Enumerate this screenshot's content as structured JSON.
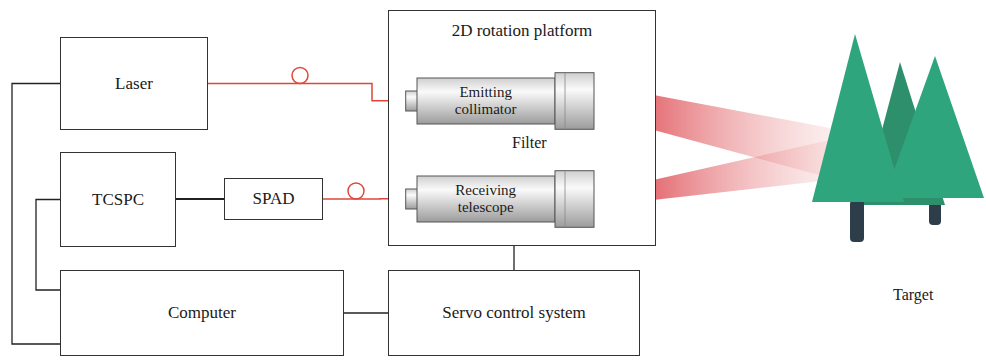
{
  "diagram": {
    "nodes": [
      {
        "text": [
          "Laser"
        ]
      },
      {
        "text": [
          "2D rotation platform"
        ]
      },
      {
        "text": [
          "Emitting collimator"
        ],
        "in": 1
      },
      {
        "text": [
          "TCSPC"
        ]
      },
      {
        "text": [
          "SPAD"
        ]
      },
      {
        "text": [
          "Receiving telescope"
        ],
        "in": 1
      },
      {
        "text": [
          "Computer"
        ]
      },
      {
        "text": [
          "Servo control system"
        ]
      }
    ],
    "edges": [
      {
        "from": 0,
        "to": 2,
        "arrow": "none"
      },
      {
        "from": 3,
        "to": 4,
        "arrow": "none"
      },
      {
        "from": 4,
        "to": 5,
        "arrow": "none"
      },
      {
        "from": 6,
        "to": 3,
        "arrow": "none"
      },
      {
        "from": 6,
        "to": 0,
        "arrow": "none"
      },
      {
        "from": 6,
        "to": 7,
        "arrow": "none"
      },
      {
        "from": 7,
        "to": 1,
        "arrow": "none"
      }
    ],
    "labels": [
      "Filter",
      "Target"
    ]
  }
}
